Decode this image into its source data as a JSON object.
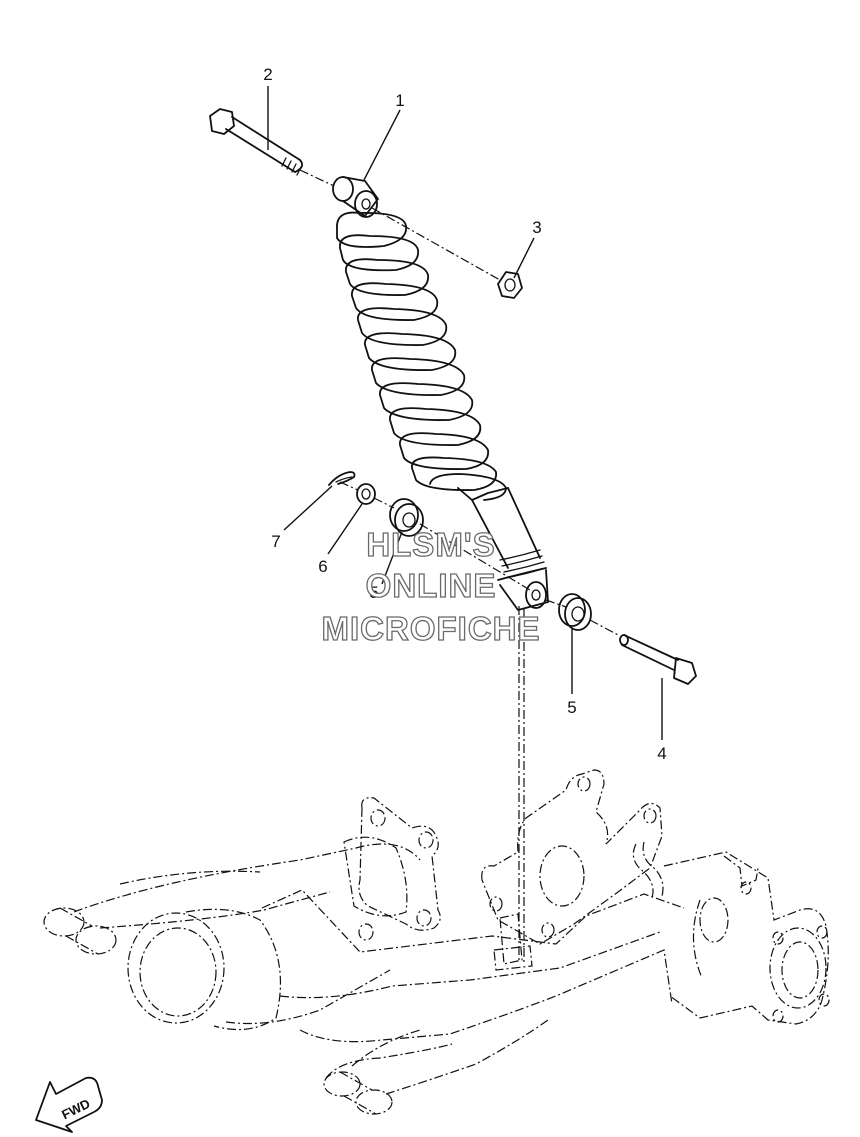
{
  "diagram": {
    "callouts": [
      {
        "id": "1",
        "text": "1"
      },
      {
        "id": "2",
        "text": "2"
      },
      {
        "id": "3",
        "text": "3"
      },
      {
        "id": "4",
        "text": "4"
      },
      {
        "id": "5a",
        "text": "5"
      },
      {
        "id": "5b",
        "text": "5"
      },
      {
        "id": "6",
        "text": "6"
      },
      {
        "id": "7",
        "text": "7"
      }
    ],
    "watermark": [
      "HLSM'S",
      "ONLINE",
      "MICROFICHE"
    ],
    "direction_badge": "FWD"
  }
}
